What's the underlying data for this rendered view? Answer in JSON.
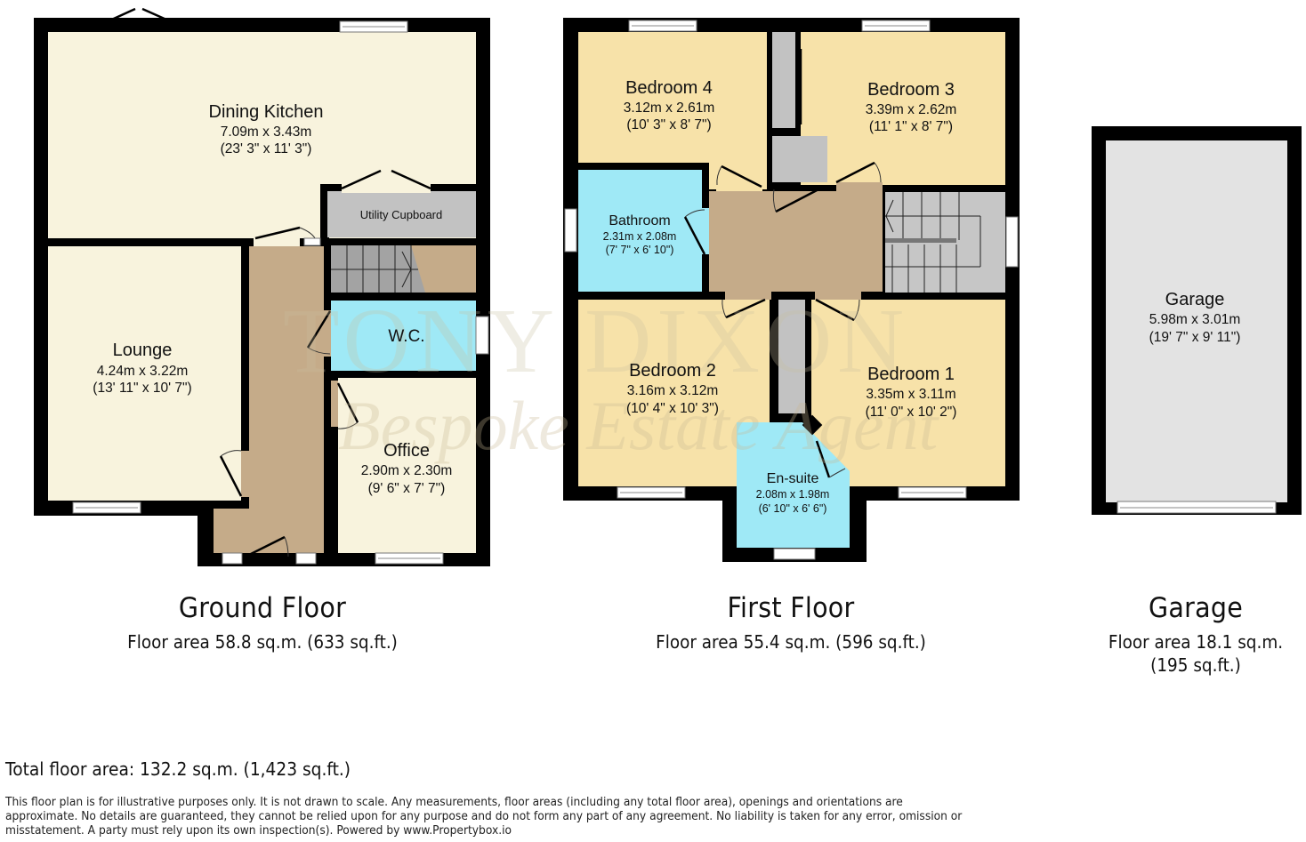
{
  "watermark": {
    "line1": "TONY DIXON",
    "line2": "Bespoke Estate Agent"
  },
  "colors": {
    "wall": "#000000",
    "living": "#f8f3dd",
    "bedroom": "#f7e2a9",
    "wet": "#9fe9f6",
    "hall": "#c5ab89",
    "storage": "#c2c2c2",
    "stairs": "#a3a3a3",
    "garage": "#e3e3e3"
  },
  "floors": [
    {
      "id": "ground",
      "title": "Ground Floor",
      "area": "Floor area 58.8 sq.m. (633 sq.ft.)",
      "rooms": [
        {
          "name": "Dining Kitchen",
          "metric": "7.09m x 3.43m",
          "imperial": "(23' 3\" x 11' 3\")"
        },
        {
          "name": "Utility Cupboard"
        },
        {
          "name": "Lounge",
          "metric": "4.24m x 3.22m",
          "imperial": "(13' 11\" x 10' 7\")"
        },
        {
          "name": "W.C."
        },
        {
          "name": "Office",
          "metric": "2.90m x 2.30m",
          "imperial": "(9' 6\" x 7' 7\")"
        }
      ]
    },
    {
      "id": "first",
      "title": "First Floor",
      "area": "Floor area 55.4 sq.m. (596 sq.ft.)",
      "rooms": [
        {
          "name": "Bedroom 4",
          "metric": "3.12m x 2.61m",
          "imperial": "(10' 3\" x 8' 7\")"
        },
        {
          "name": "Bedroom 3",
          "metric": "3.39m x 2.62m",
          "imperial": "(11' 1\" x 8' 7\")"
        },
        {
          "name": "Bathroom",
          "metric": "2.31m x 2.08m",
          "imperial": "(7' 7\" x 6' 10\")"
        },
        {
          "name": "Bedroom 2",
          "metric": "3.16m x 3.12m",
          "imperial": "(10' 4\" x 10' 3\")"
        },
        {
          "name": "Bedroom 1",
          "metric": "3.35m x 3.11m",
          "imperial": "(11' 0\" x 10' 2\")"
        },
        {
          "name": "En-suite",
          "metric": "2.08m x 1.98m",
          "imperial": "(6' 10\" x 6' 6\")"
        }
      ]
    },
    {
      "id": "garage",
      "title": "Garage",
      "area_line1": "Floor area 18.1 sq.m.",
      "area_line2": "(195 sq.ft.)",
      "rooms": [
        {
          "name": "Garage",
          "metric": "5.98m x 3.01m",
          "imperial": "(19' 7\" x 9' 11\")"
        }
      ]
    }
  ],
  "total": "Total floor area: 132.2 sq.m. (1,423 sq.ft.)",
  "disclaimer": "This floor plan is for illustrative purposes only. It is not drawn to scale. Any measurements, floor areas (including any total floor area), openings and orientations are approximate. No details are guaranteed, they cannot be relied upon for any purpose and do not form any part of any agreement. No liability is taken for any error, omission or misstatement. A party must rely upon its own inspection(s). Powered by www.Propertybox.io"
}
